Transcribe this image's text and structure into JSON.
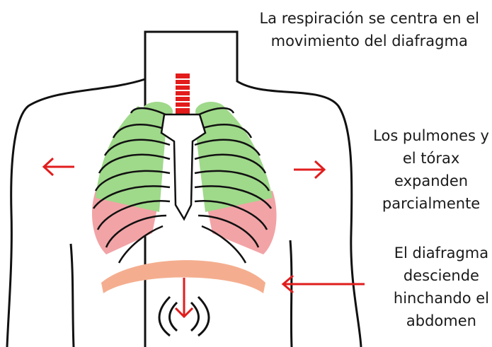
{
  "captions": {
    "top": [
      "La respiración se centra en el",
      "movimiento del diafragma"
    ],
    "lungs": [
      "Los pulmones y",
      "el tórax",
      "expanden",
      "parcialmente"
    ],
    "diaphragm": [
      "El diafragma",
      "desciende",
      "hinchando el",
      "abdomen"
    ]
  },
  "colors": {
    "arrow": "#e11d1d",
    "lung_upper": "#9fd98a",
    "lung_lower": "#f2a3a6",
    "diaphragm": "#f4ae8f",
    "trachea": "#e31b1b",
    "outline": "#111111"
  },
  "icons": {
    "left_arrow": "arrow-left-icon",
    "right_arrow": "arrow-right-icon",
    "down_arrow": "arrow-down-icon",
    "diaphragm_arrow": "arrow-left-long-icon"
  }
}
